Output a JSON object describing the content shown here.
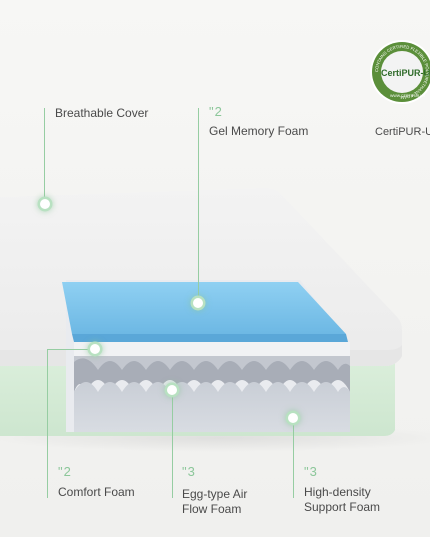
{
  "colors": {
    "accent_green": "#8cc79a",
    "cover_white": "#f4f4f4",
    "base_green": "#d3ebd3",
    "gel_blue": "#7fc4ea",
    "foam_gray": "#d2d6dc"
  },
  "callouts": {
    "breathable_cover": {
      "label": "Breathable Cover"
    },
    "gel_memory_foam": {
      "number": "\"2",
      "label": "Gel Memory Foam"
    },
    "comfort_foam": {
      "number": "\"2",
      "label": "Comfort  Foam"
    },
    "egg_type_foam": {
      "number": "\"3",
      "label": "Egg-type Air\nFlow Foam"
    },
    "support_foam": {
      "number": "\"3",
      "label": "High-density\nSupport Foam"
    }
  },
  "certification": {
    "badge_main": "CertiPUR-US",
    "badge_ring": "CONTAINS CERTIFIED FLEXIBLE POLYURETHANE FOAM",
    "badge_url": "WWW.CERTIPUR.US",
    "caption": "CertiPUR-U"
  }
}
